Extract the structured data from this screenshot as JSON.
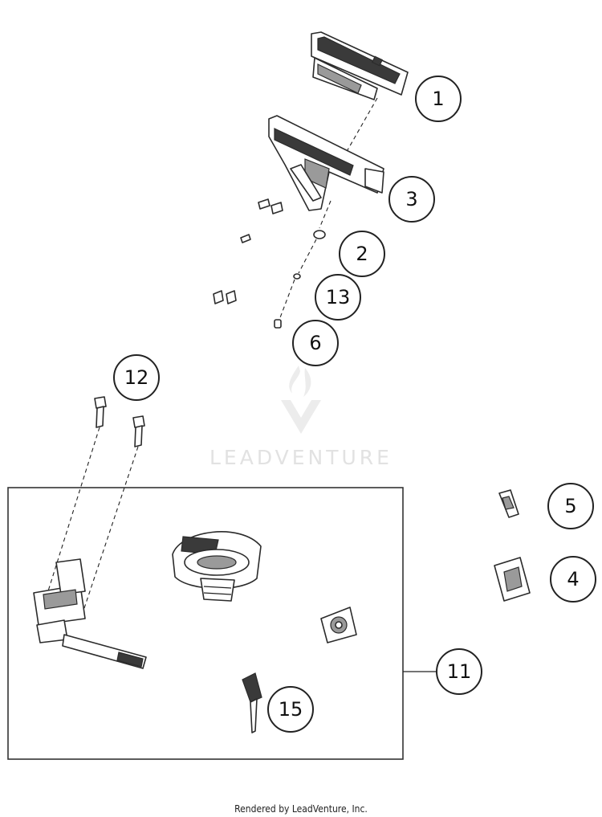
{
  "watermark": {
    "brand": "LEADVENTURE"
  },
  "callouts": {
    "c1": "1",
    "c2": "2",
    "c3": "3",
    "c4": "4",
    "c5": "5",
    "c6": "6",
    "c11": "11",
    "c12": "12",
    "c13": "13",
    "c15": "15"
  },
  "footer": {
    "credit": "Rendered by LeadVenture, Inc."
  }
}
